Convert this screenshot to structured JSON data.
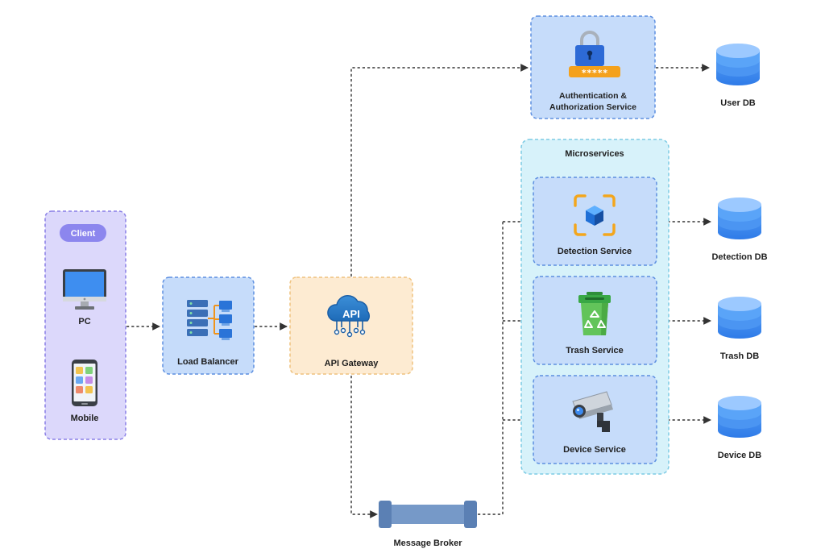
{
  "client": {
    "title": "Client",
    "devices": [
      {
        "label": "PC",
        "icon": "desktop-computer-icon"
      },
      {
        "label": "Mobile",
        "icon": "mobile-phone-icon"
      }
    ]
  },
  "load_balancer": {
    "label": "Load Balancer",
    "icon": "server-network-icon"
  },
  "api_gateway": {
    "label": "API Gateway",
    "icon": "api-cloud-icon",
    "icon_text": "API"
  },
  "auth_service": {
    "label_line1": "Authentication &",
    "label_line2": "Authorization Service",
    "icon": "padlock-password-icon",
    "password_mask": "*****"
  },
  "microservices": {
    "title": "Microservices",
    "services": [
      {
        "label": "Detection Service",
        "icon": "detection-cube-icon"
      },
      {
        "label": "Trash Service",
        "icon": "recycle-bin-icon"
      },
      {
        "label": "Device Service",
        "icon": "security-camera-icon"
      }
    ]
  },
  "message_broker": {
    "label": "Message Broker",
    "icon": "message-queue-icon"
  },
  "databases": [
    {
      "label": "User DB",
      "icon": "database-icon"
    },
    {
      "label": "Detection DB",
      "icon": "database-icon"
    },
    {
      "label": "Trash DB",
      "icon": "database-icon"
    },
    {
      "label": "Device DB",
      "icon": "database-icon"
    }
  ],
  "colors": {
    "client_fill": "#dcd8fb",
    "client_stroke": "#8a7fe6",
    "client_badge": "#8c86ee",
    "service_fill": "#c6dcfa",
    "service_stroke": "#5d8fe0",
    "gateway_fill": "#fdebd2",
    "gateway_stroke": "#efc27e",
    "microservices_fill": "#d7f2fa",
    "microservices_stroke": "#7dcbe4",
    "database_blue": "#3d8af0",
    "broker_blue": "#6e93c2"
  }
}
